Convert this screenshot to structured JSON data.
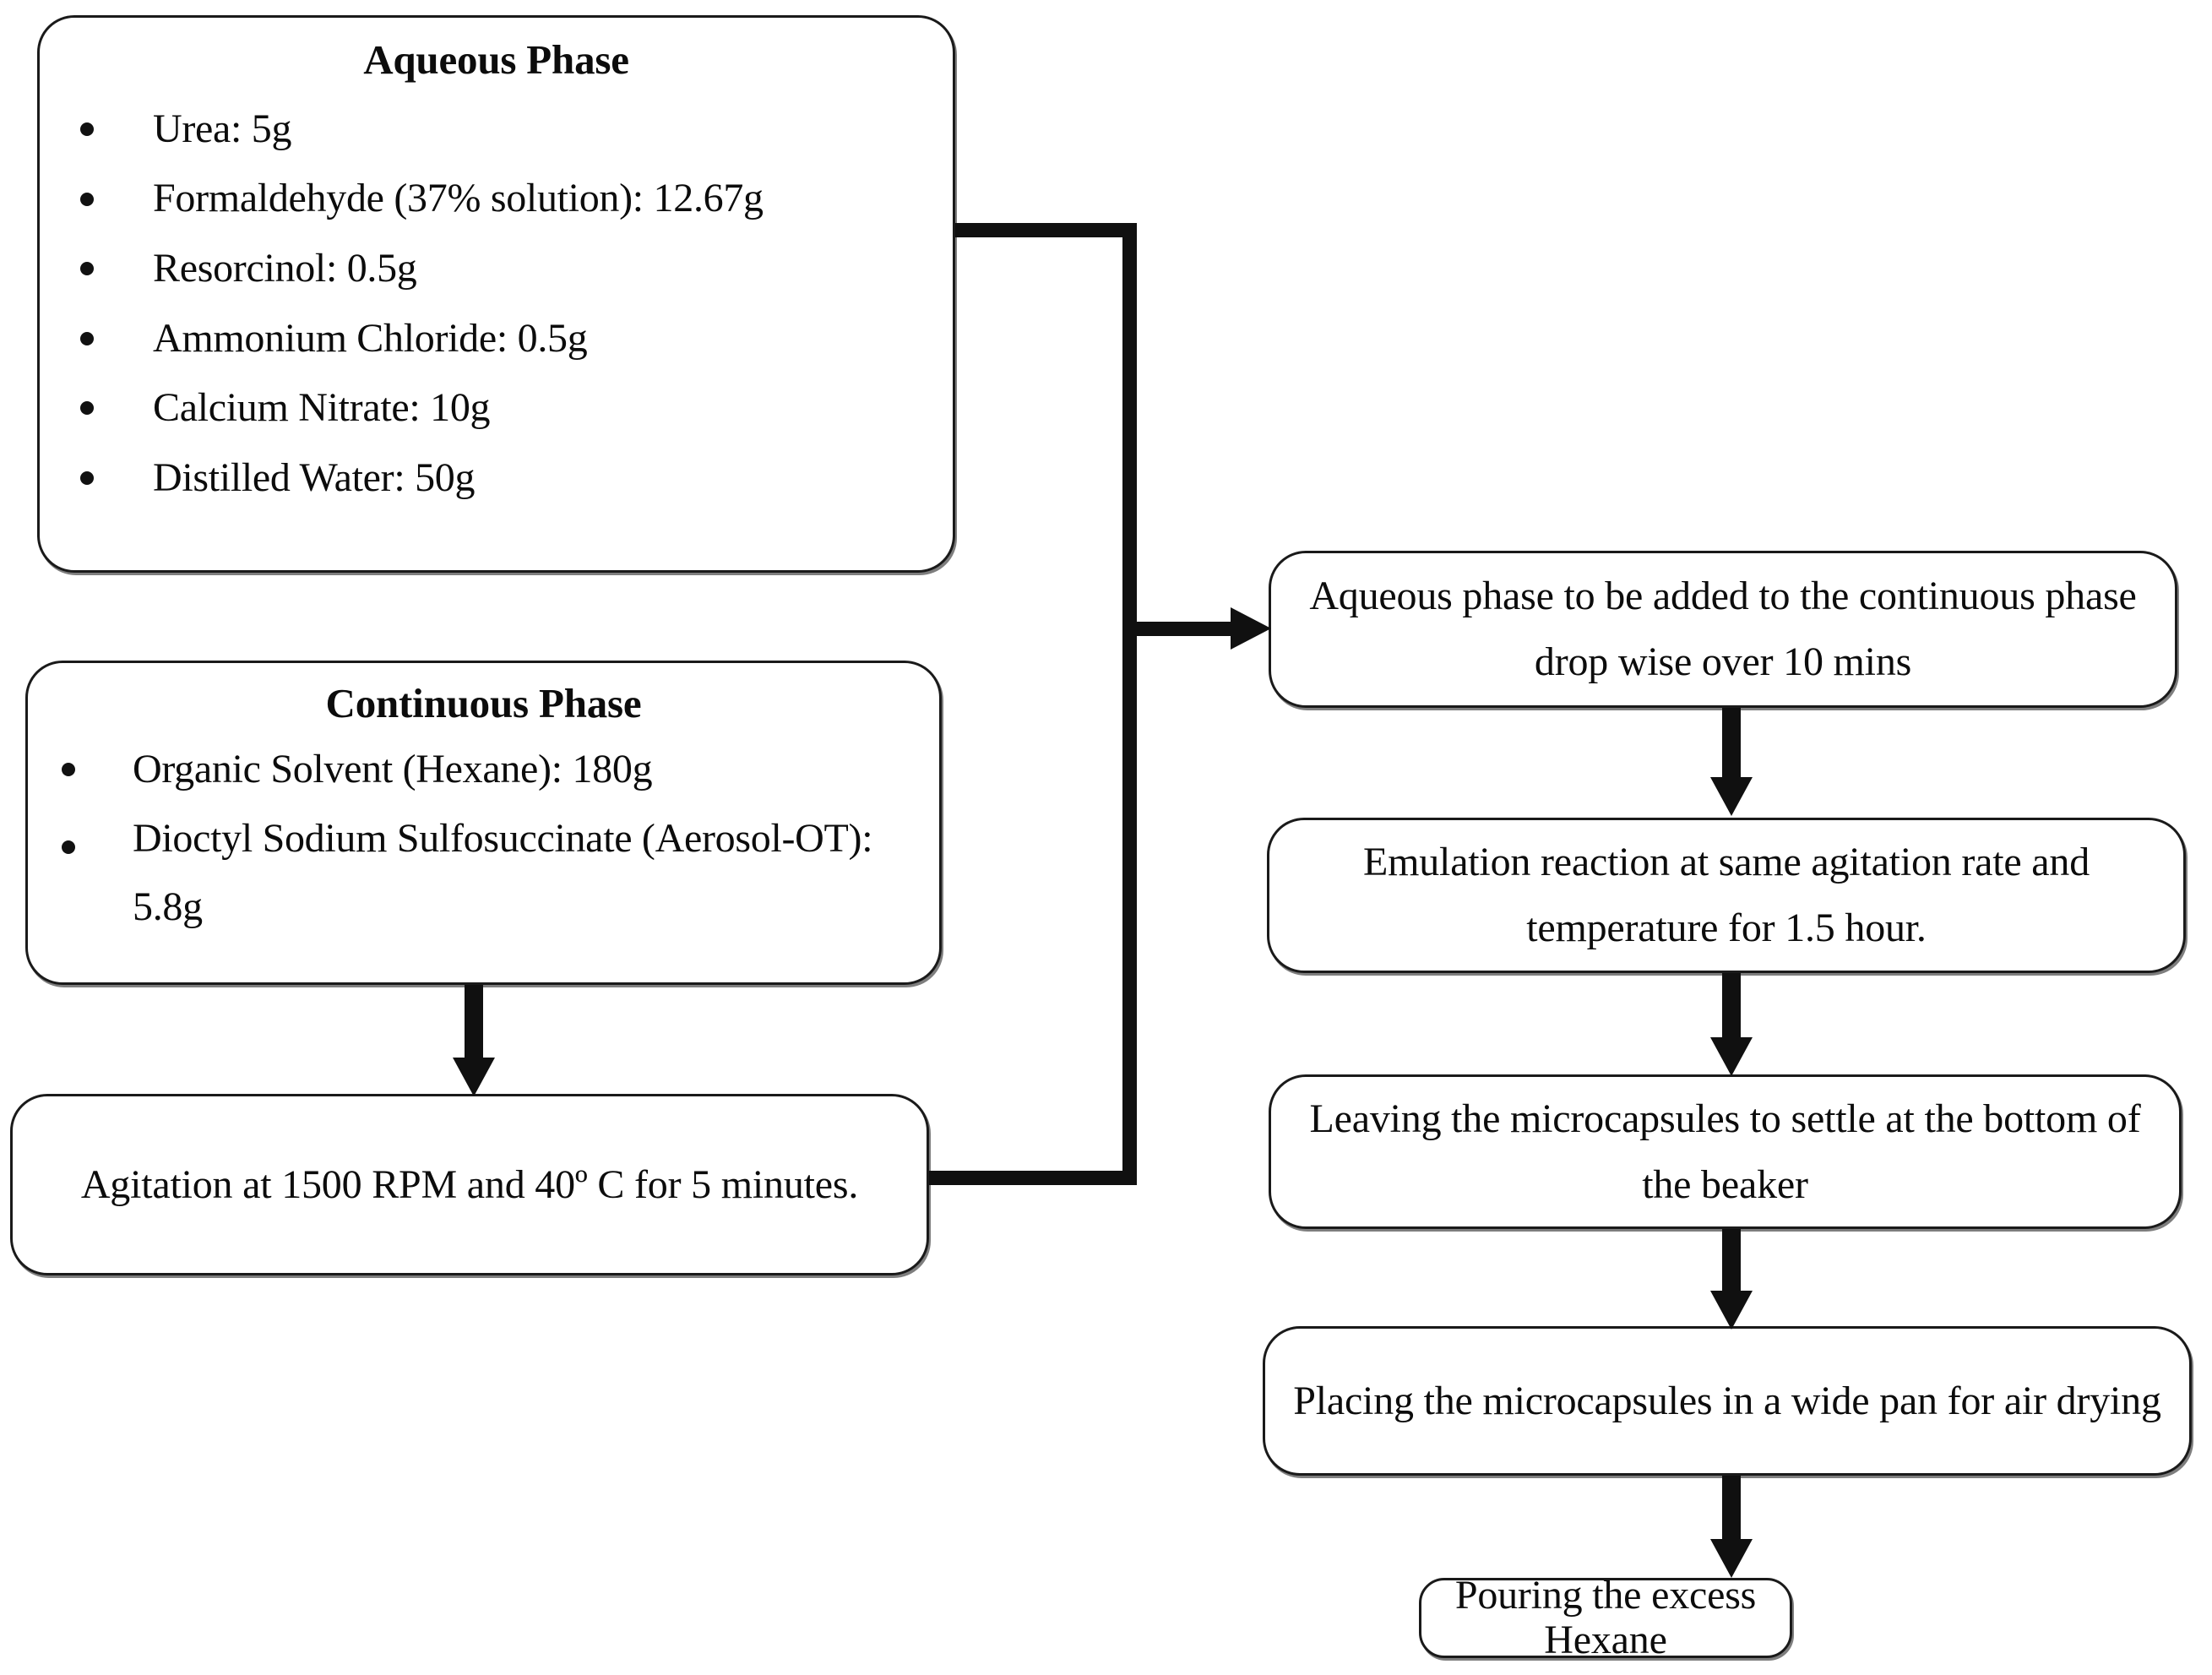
{
  "diagram": {
    "type": "process-flowchart",
    "title": "Microcapsule synthesis process flow",
    "accent_color": "#101010",
    "background_color": "#ffffff"
  },
  "nodes": {
    "aqueous_phase": {
      "title": "Aqueous Phase",
      "items": [
        "Urea: 5g",
        "Formaldehyde (37% solution): 12.67g",
        "Resorcinol: 0.5g",
        "Ammonium Chloride: 0.5g",
        "Calcium Nitrate: 10g",
        "Distilled Water: 50g"
      ]
    },
    "continuous_phase": {
      "title": "Continuous Phase",
      "items": [
        "Organic Solvent (Hexane): 180g",
        "Dioctyl Sodium Sulfosuccinate (Aerosol-OT): 5.8g"
      ]
    },
    "agitation": {
      "text": "Agitation at 1500 RPM and 40º C for 5 minutes."
    },
    "add_dropwise": {
      "text": "Aqueous phase to be added to the continuous phase drop wise over 10 mins"
    },
    "emulsion_reaction": {
      "text": "Emulation reaction at same agitation rate and temperature for 1.5 hour."
    },
    "settle": {
      "text": "Leaving the microcapsules to settle at the bottom of the beaker"
    },
    "air_drying": {
      "text": "Placing the microcapsules in a wide pan for air drying"
    },
    "pour_hexane": {
      "text": "Pouring the excess Hexane"
    }
  },
  "connectors": [
    {
      "id": "aqueous-to-trunk",
      "from": "aqueous_phase",
      "to": "add_dropwise",
      "style": "elbow"
    },
    {
      "id": "agitation-to-trunk",
      "from": "agitation",
      "to": "add_dropwise",
      "style": "elbow"
    },
    {
      "id": "trunk-to-add-dropwise",
      "from": "trunk",
      "to": "add_dropwise",
      "style": "arrow-right"
    },
    {
      "id": "continuous-to-agitation",
      "from": "continuous_phase",
      "to": "agitation",
      "style": "arrow-down"
    },
    {
      "id": "add-to-emulsion",
      "from": "add_dropwise",
      "to": "emulsion_reaction",
      "style": "arrow-down"
    },
    {
      "id": "emulsion-to-settle",
      "from": "emulsion_reaction",
      "to": "settle",
      "style": "arrow-down"
    },
    {
      "id": "settle-to-drying",
      "from": "settle",
      "to": "air_drying",
      "style": "arrow-down"
    },
    {
      "id": "drying-to-pour",
      "from": "air_drying",
      "to": "pour_hexane",
      "style": "arrow-down"
    }
  ]
}
